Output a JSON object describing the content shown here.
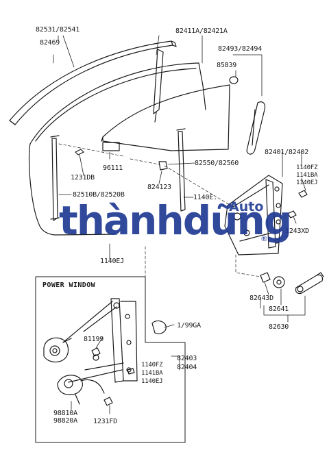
{
  "labels": {
    "p82531": "82531/82541",
    "p82469": "82469",
    "p82411": "82411A/82421A",
    "p82493": "82493/82494",
    "p85839": "85839",
    "p96111": "96111",
    "p1231db": "1231DB",
    "p82550": "82550/82560",
    "p82401": "82401/82402",
    "p1140fz_a": "1140FZ",
    "p1141ba_a": "1141BA",
    "p1140ej_a": "1140EJ",
    "p82412": "824123",
    "p82510": "82510B/82520B",
    "p1140e": "1140E.",
    "p1243xd": "1243XD",
    "p1140ej_b": "1140EJ",
    "p82643": "82643D",
    "p82641": "82641",
    "p82630": "82630",
    "p1799ga": "1/99GA",
    "p81199": "81199",
    "p1140fz_b": "1140FZ",
    "p1141ba_b": "1141BA",
    "p1140ej_c": "1140EJ",
    "p82403": "82403",
    "p82404": "82404",
    "p98810": "98810A",
    "p98820": "98820A",
    "p1231fd": "1231FD"
  },
  "box_title": "POWER WINDOW",
  "watermark": {
    "main": "thànhdũng",
    "sub": "Auto",
    "mark": "®",
    "color": "#1f3a93"
  }
}
